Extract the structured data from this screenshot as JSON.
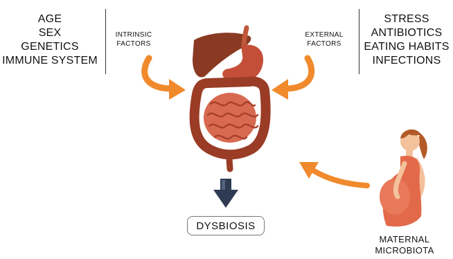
{
  "intrinsic_factors": [
    "AGE",
    "SEX",
    "GENETICS",
    "IMMUNE SYSTEM"
  ],
  "intrinsic_label": [
    "INTRINSIC",
    "FACTORS"
  ],
  "external_label": [
    "EXTERNAL",
    "FACTORS"
  ],
  "external_factors": [
    "STRESS",
    "ANTIBIOTICS",
    "EATING HABITS",
    "INFECTIONS"
  ],
  "outcome": "DYSBIOSIS",
  "maternal_label": [
    "MATERNAL",
    "MICROBIOTA"
  ],
  "colors": {
    "arrow_orange": "#f08a2c",
    "down_arrow": "#2f3b52",
    "organ_brown": "#8a3a22",
    "intestine": "#d86a52",
    "skin": "#f3c19c",
    "dress": "#e26a4a",
    "hair": "#b35a28"
  }
}
